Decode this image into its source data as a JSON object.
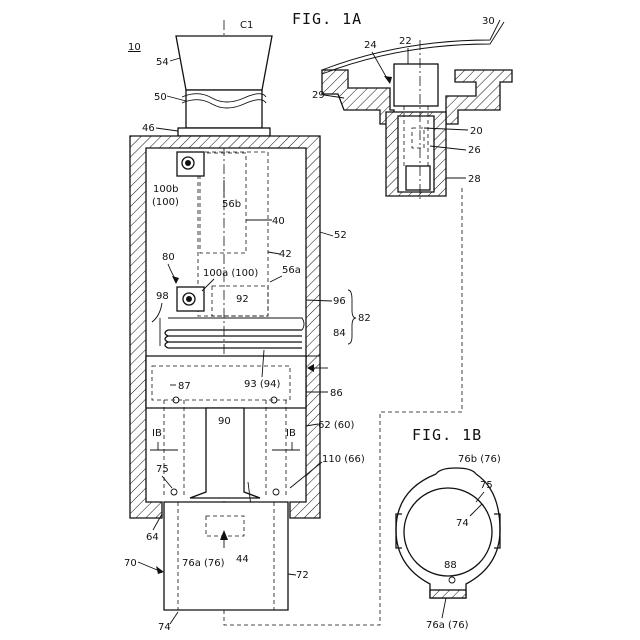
{
  "figures": {
    "fig1a_title": "FIG. 1A",
    "fig1b_title": "FIG. 1B"
  },
  "labels": {
    "c1": "C1",
    "ref10": "10",
    "ref54": "54",
    "ref50": "50",
    "ref46": "46",
    "ref100b": "100b",
    "ref100b_paren": "(100)",
    "ref56b": "56b",
    "ref40": "40",
    "ref42": "42",
    "ref52": "52",
    "ref80": "80",
    "ref100a": "100a (100)",
    "ref56a": "56a",
    "ref98": "98",
    "ref92": "92",
    "ref96": "96",
    "ref82": "82",
    "ref84": "84",
    "ref87": "87",
    "ref93": "93 (94)",
    "ref86": "86",
    "ref90": "90",
    "ref62": "62 (60)",
    "ib_left": "IB",
    "ib_right": "IB",
    "ref75": "75",
    "ref110": "110 (66)",
    "ref64": "64",
    "ref88": "88",
    "ref70": "70",
    "ref76a": "76a (76)",
    "ref44": "44",
    "ref72": "72",
    "ref74": "74",
    "ref30": "30",
    "ref24": "24",
    "ref22": "22",
    "ref29": "29",
    "ref20": "20",
    "ref26": "26",
    "ref28": "28",
    "b_ref76b": "76b (76)",
    "b_ref75": "75",
    "b_ref74": "74",
    "b_ref88": "88",
    "b_ref76a": "76a (76)"
  }
}
